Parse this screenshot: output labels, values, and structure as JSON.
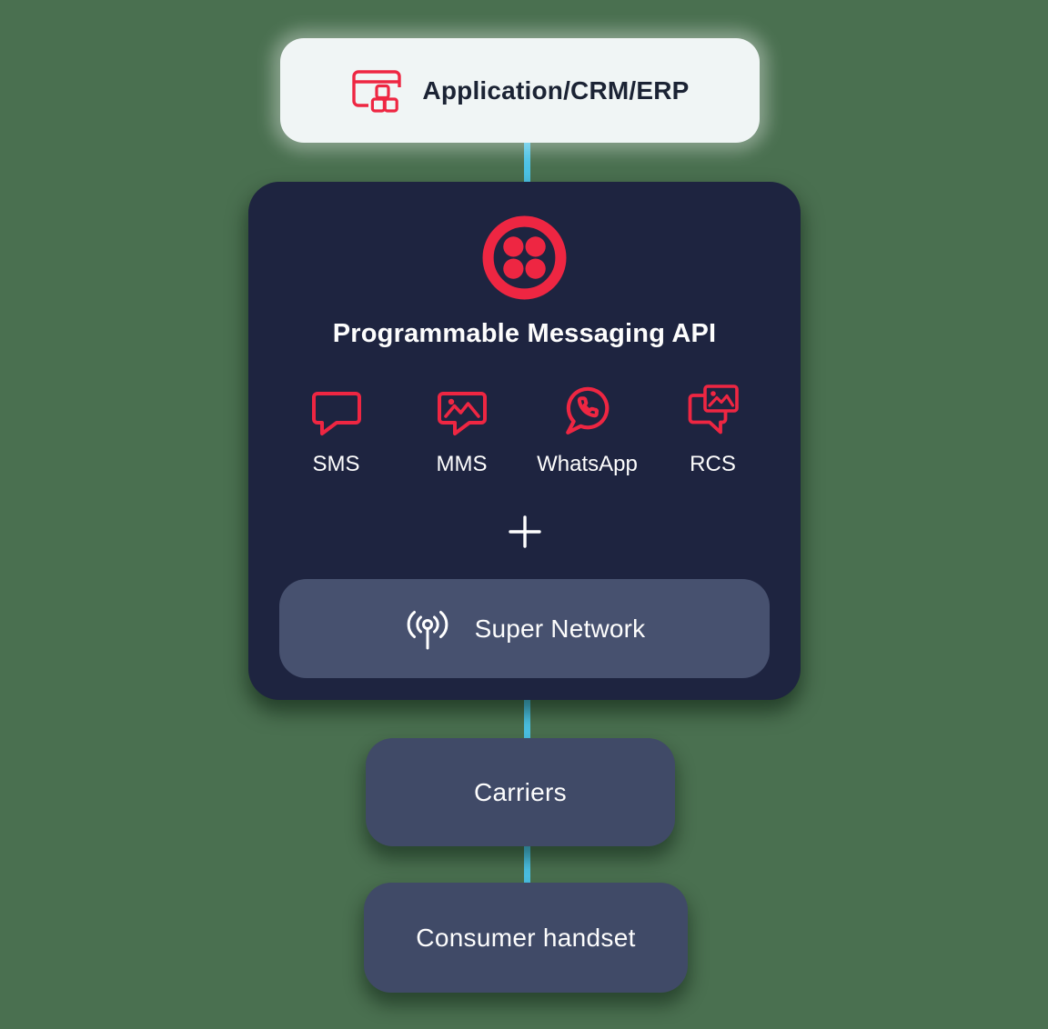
{
  "colors": {
    "bg": "#4a7050",
    "navy": "#1e2440",
    "slate": "#47516f",
    "slate-deep": "#404a67",
    "red": "#ee2642",
    "cyan": "#4cc3e6",
    "offwhite": "#f0f5f5",
    "ink": "#1b2334",
    "white-text": "#fdfdfd"
  },
  "diagram": {
    "application": {
      "label": "Application/CRM/ERP",
      "icon": "app-window-icon"
    },
    "platform": {
      "logo_icon": "twilio-logo-icon",
      "title": "Programmable Messaging API",
      "channels": [
        {
          "label": "SMS",
          "icon": "sms-chat-bubble-icon"
        },
        {
          "label": "MMS",
          "icon": "mms-image-bubble-icon"
        },
        {
          "label": "WhatsApp",
          "icon": "whatsapp-icon"
        },
        {
          "label": "RCS",
          "icon": "rcs-rich-card-bubble-icon"
        }
      ],
      "plus_icon": "plus-icon",
      "super_network": {
        "label": "Super Network",
        "icon": "antenna-broadcast-icon"
      }
    },
    "carriers": {
      "label": "Carriers"
    },
    "consumer": {
      "label": "Consumer handset"
    }
  }
}
